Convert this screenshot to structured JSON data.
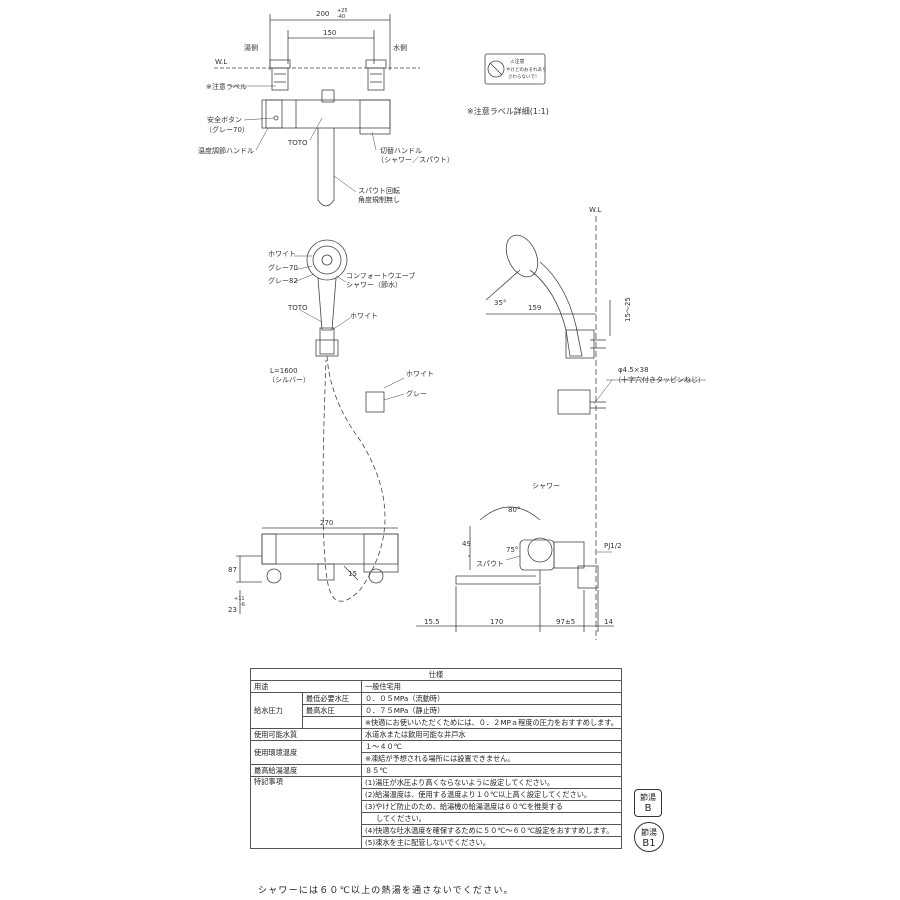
{
  "top_view": {
    "dim_overall": "200",
    "dim_overall_tol_up": "+25",
    "dim_overall_tol_down": "-40",
    "dim_pitch": "150",
    "wl": "W.L",
    "hot_side": "湯側",
    "cold_side": "水側",
    "caution_label": "※注意ラベル",
    "safety_button": "安全ボタン",
    "safety_button_color": "（グレー70）",
    "temp_handle": "温度調節ハンドル",
    "brand": "TOTO",
    "switch_handle": "切替ハンドル",
    "switch_handle_sub": "（シャワー／スパウト）",
    "spout_rotation": "スパウト回転",
    "spout_rotation_sub": "角度規制無し"
  },
  "caution_label_detail": {
    "badge_line1": "⚠注意",
    "badge_line2": "やけどのおそれあり",
    "badge_line3": "さわらないで！",
    "caption": "※注意ラベル詳細(1:1)"
  },
  "shower_front": {
    "white": "ホワイト",
    "gray70": "グレー70",
    "gray82": "グレー82",
    "comfort_wave": "コンフォートウエーブ",
    "comfort_wave_sub": "シャワー（節水）",
    "brand": "TOTO",
    "holder_white": "ホワイト",
    "hose_length": "L=1600",
    "hose_color": "（シルバー）",
    "clip_white": "ホワイト",
    "clip_gray": "グレー"
  },
  "side_view": {
    "wl": "W.L",
    "angle": "35°",
    "dim_159": "159",
    "dim_15_25": "15〜25",
    "screw": "φ4.5×38",
    "screw_sub": "（十字穴付きタッピンねじ）",
    "shower": "シャワー",
    "angle_80": "80°",
    "angle_75": "75°",
    "dim_49": "49",
    "spout": "スパウト",
    "pipe": "PJ1/2",
    "dim_15_5": "15.5",
    "dim_170": "170",
    "dim_97": "97±5",
    "dim_14": "14"
  },
  "bottom_view": {
    "dim_270": "270",
    "dim_87": "87",
    "dim_23": "23",
    "dim_23_tol_up": "+11",
    "dim_23_tol_down": "-6",
    "angle_15": "15"
  },
  "spec_table": {
    "title": "仕様",
    "rows": {
      "usage_label": "用途",
      "usage_value": "一般住宅用",
      "pressure_label": "給水圧力",
      "pressure_min_label": "最低必要水圧",
      "pressure_min_value": "０．０５MPa（流動時）",
      "pressure_max_label": "最高水圧",
      "pressure_max_value": "０．７５MPa（静止時）",
      "pressure_note": "※快適にお使いいただくためには、０．２MPａ程度の圧力をおすすめします。",
      "water_label": "使用可能水質",
      "water_value": "水道水または飲用可能な井戸水",
      "temp_env_label": "使用環境温度",
      "temp_env_value": "１〜４０℃",
      "temp_env_note": "※凍結が予想される場所には設置できません。",
      "hot_max_label": "最高給湯温度",
      "hot_max_value": "８５℃",
      "notes_label": "特記事項",
      "note1": "(1)湯圧が水圧より高くならないように設定してください。",
      "note2": "(2)給湯温度は、使用する温度より１０℃以上高く設定してください。",
      "note3a": "(3)やけど防止のため、給湯機の給湯温度は６０℃を推奨する",
      "note3b": "してください。",
      "note4": "(4)快適な吐水温度を確保するために５０℃〜６０℃設定をおすすめします。",
      "note5": "(5)凍水を主に配管しないでください。"
    }
  },
  "badges": {
    "b_top": "節湯",
    "b_bottom": "B",
    "b1_top": "節湯",
    "b1_bottom": "B1"
  },
  "footer": "シャワーには６０℃以上の熱湯を通さないでください。"
}
